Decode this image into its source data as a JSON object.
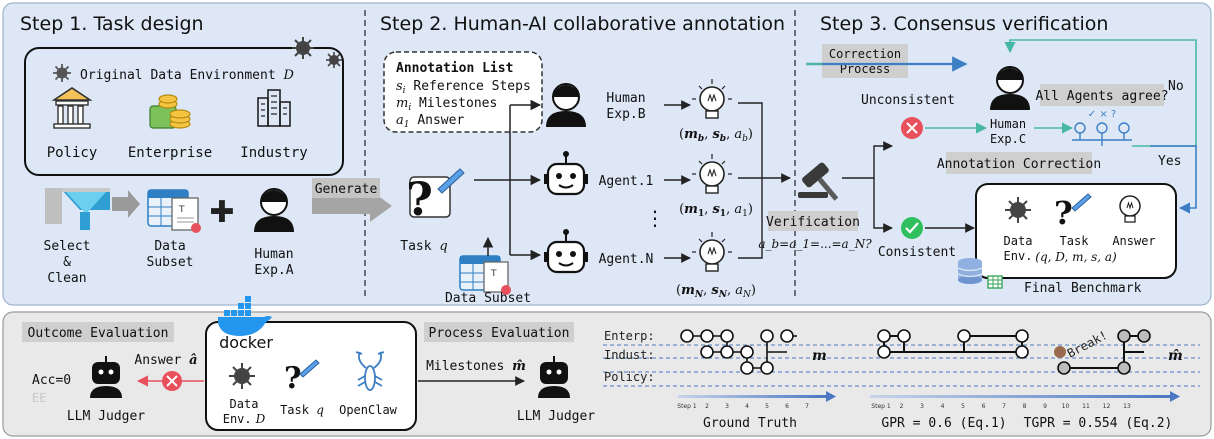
{
  "step1": {
    "title": "Step 1. Task design",
    "env_title": "Original Data Environment",
    "env_symbol": "D",
    "sources": [
      "Policy",
      "Enterprise",
      "Industry"
    ],
    "select_label": [
      "Select",
      "&",
      "Clean"
    ],
    "subset_label": [
      "Data",
      "Subset"
    ],
    "human_label": [
      "Human",
      "Exp.A"
    ]
  },
  "step2": {
    "title": "Step 2. Human-AI collaborative annotation",
    "list_title": "Annotation List",
    "list_items": [
      {
        "sym": "s",
        "sub": "i",
        "text": "Reference Steps"
      },
      {
        "sym": "m",
        "sub": "i",
        "text": "Milestones"
      },
      {
        "sym": "a",
        "sub": "1",
        "text": "Answer"
      }
    ],
    "generate": "Generate",
    "task_label": "Task",
    "task_sym": "q",
    "human_b": [
      "Human",
      "Exp.B"
    ],
    "agent_1": "Agent.1",
    "agent_n": "Agent.N",
    "dots": "⋮",
    "out_b": [
      "m",
      "b",
      "s",
      "b",
      "a",
      "b"
    ],
    "out_1": [
      "m",
      "1",
      "s",
      "1",
      "a",
      "1"
    ],
    "out_n": [
      "m",
      "N",
      "s",
      "N",
      "a",
      "N"
    ],
    "subset_label": "Data Subset"
  },
  "step3": {
    "title": "Step 3. Consensus verification",
    "correction": [
      "Correction",
      "Process"
    ],
    "no": "No",
    "yes": "Yes",
    "unconsistent": "Unconsistent",
    "consistent": "Consistent",
    "human_c": [
      "Human",
      "Exp.C"
    ],
    "all_agree": "All Agents agree?",
    "annotation_correction": "Annotation Correction",
    "verification": "Verification",
    "equation": "a_b=a_1=...=a_N?",
    "bench_items": [
      {
        "label": [
          "Data",
          "Env."
        ]
      },
      {
        "label": [
          "Task"
        ],
        "math": "(q, D, m, s, a)"
      },
      {
        "label": [
          "Answer"
        ]
      }
    ],
    "final": "Final Benchmark"
  },
  "bottom": {
    "outcome_title": "Outcome Evaluation",
    "answer_label": "Answer",
    "answer_sym": "â",
    "acc": "Acc=0",
    "ee": "EE",
    "llm_judger": "LLM Judger",
    "docker": "docker",
    "env_label": [
      "Data",
      "Env."
    ],
    "env_sym": "D",
    "task_label": "Task",
    "task_sym": "q",
    "openclaw": "OpenClaw",
    "process_title": "Process Evaluation",
    "milestones_label": "Milestones",
    "milestones_sym": "m̂",
    "llm_judger2": "LLM Judger",
    "rows": [
      "Enterp:",
      "Indust:",
      "Policy:"
    ],
    "gt_ticks": [
      "Step 1",
      "2",
      "3",
      "4",
      "5",
      "6",
      "7"
    ],
    "pred_ticks": [
      "Step 1",
      "2",
      "3",
      "4",
      "5",
      "6",
      "7",
      "8",
      "9",
      "10",
      "11",
      "12",
      "13"
    ],
    "m_label": "m",
    "mhat_label": "m̂",
    "break_label": "Break!",
    "ground_truth": "Ground Truth",
    "gpr": "GPR = 0.6 (Eq.1)",
    "tgpr": "TGPR = 0.554 (Eq.2)"
  },
  "colors": {
    "panel_top": "#dde7f6",
    "panel_bottom": "#e9e9e9",
    "accent_blue": "#3d7fc4",
    "teal": "#47b8a6",
    "red": "#e8505b",
    "green": "#2fbf5f",
    "gray_tab": "#cfcfcf"
  }
}
